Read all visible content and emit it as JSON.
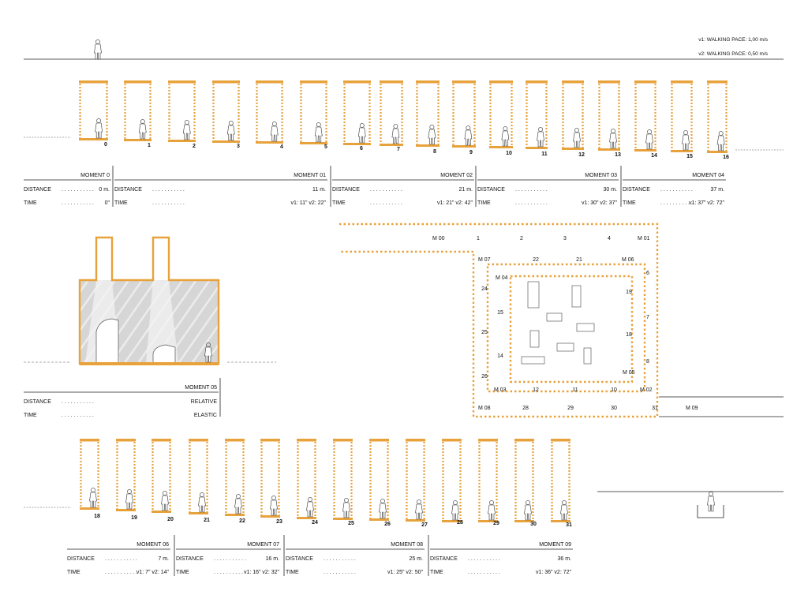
{
  "walking_pace": [
    "v1: WALKING PACE: 1,00 m/s",
    "v2: WALKING PACE: 0,50 m/s"
  ],
  "row1_numbers": [
    "0",
    "1",
    "2",
    "3",
    "4",
    "5",
    "6",
    "7",
    "8",
    "9",
    "10",
    "11",
    "12",
    "13",
    "14",
    "15",
    "16"
  ],
  "row2_numbers": [
    "18",
    "19",
    "20",
    "21",
    "22",
    "23",
    "24",
    "25",
    "26",
    "27",
    "28",
    "29",
    "30",
    "31"
  ],
  "labels": {
    "distance": "DISTANCE",
    "time": "TIME",
    "dots": ". . . . . . . . . . ."
  },
  "moments_row1": [
    {
      "title": "MOMENT 0",
      "distance": "0 m.",
      "time": "0\""
    },
    {
      "title": "MOMENT 01",
      "distance": "11 m.",
      "time": "v1: 11\" v2: 22\""
    },
    {
      "title": "MOMENT 02",
      "distance": "21 m.",
      "time": "v1: 21\" v2: 42\""
    },
    {
      "title": "MOMENT 03",
      "distance": "30 m.",
      "time": "v1: 30\" v2: 37\""
    },
    {
      "title": "MOMENT 04",
      "distance": "37 m.",
      "time": "v1: 37\" v2: 72\""
    }
  ],
  "moment05": {
    "title": "MOMENT 05",
    "distance": "RELATIVE",
    "time": "ELASTIC"
  },
  "moments_row2": [
    {
      "title": "MOMENT 06",
      "distance": "7 m.",
      "time": "v1: 7\" v2: 14\""
    },
    {
      "title": "MOMENT 07",
      "distance": "16 m.",
      "time": "v1: 16\" v2: 32\""
    },
    {
      "title": "MOMENT 08",
      "distance": "25 m.",
      "time": "v1: 25\" v2: 50\""
    },
    {
      "title": "MOMENT 09",
      "distance": "36 m.",
      "time": "v1: 36\" v2: 72\""
    }
  ],
  "plan": {
    "markers": [
      "M 00",
      "M 01",
      "M 02",
      "M 03",
      "M 04",
      "M 05",
      "M 06",
      "M 07",
      "M 08",
      "M 09"
    ],
    "numbers": [
      "1",
      "2",
      "3",
      "4",
      "6",
      "7",
      "8",
      "10",
      "11",
      "12",
      "14",
      "15",
      "18",
      "19",
      "21",
      "22",
      "24",
      "25",
      "26",
      "28",
      "29",
      "30",
      "31"
    ]
  },
  "colors": {
    "accent": "#e8a23c",
    "line": "#222222",
    "grey": "#cfcfcf"
  }
}
